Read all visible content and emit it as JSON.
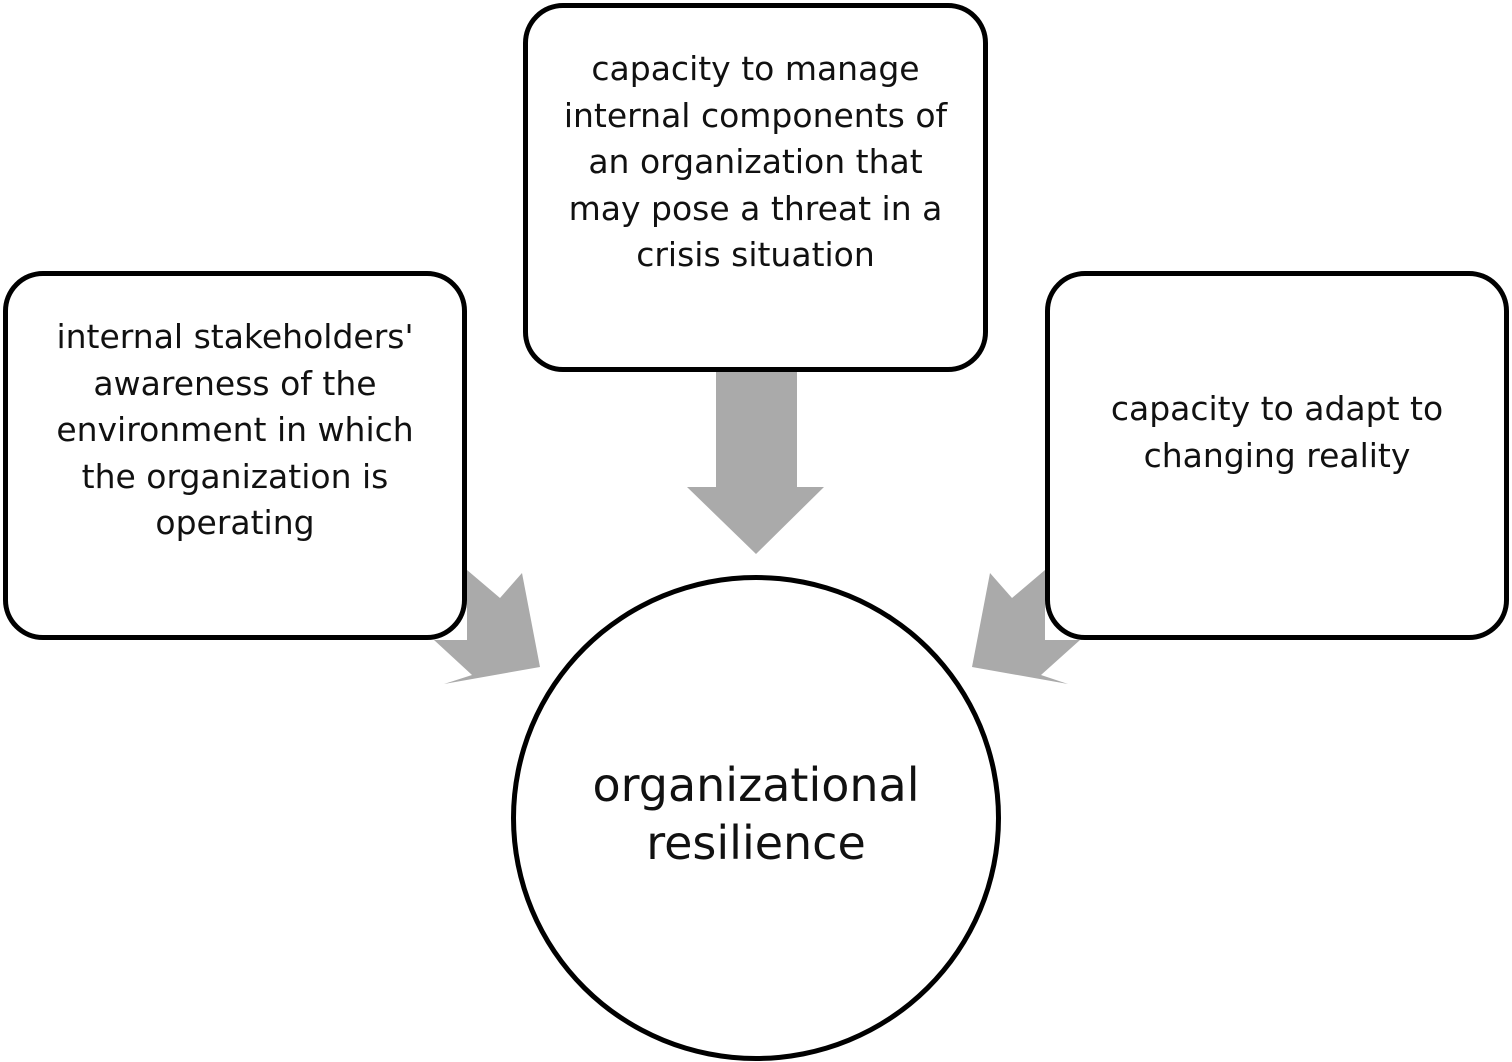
{
  "diagram": {
    "center": {
      "label": "organizational\nresilience"
    },
    "factors": [
      {
        "label": "capacity to manage\ninternal components of\nan organization that\nmay pose a threat in a\ncrisis situation"
      },
      {
        "label": "internal stakeholders'\nawareness of the\nenvironment in which\nthe organization is\noperating"
      },
      {
        "label": "capacity to adapt to\nchanging reality"
      }
    ],
    "colors": {
      "arrow": "#aaaaaa",
      "border": "#000000",
      "background": "#ffffff"
    }
  }
}
